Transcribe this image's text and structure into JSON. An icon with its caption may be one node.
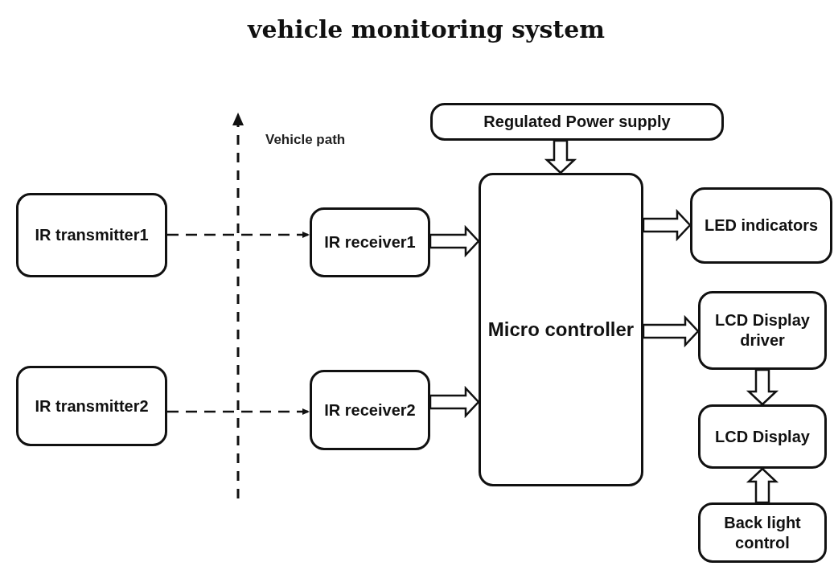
{
  "diagram": {
    "title": "vehicle monitoring system",
    "nodes": [
      {
        "text": [
          "IR transmitter1"
        ]
      },
      {
        "text": [
          "IR transmitter2"
        ]
      },
      {
        "text": [
          "IR receiver1"
        ]
      },
      {
        "text": [
          "IR receiver2"
        ]
      },
      {
        "text": [
          "Regulated Power supply"
        ]
      },
      {
        "text": [
          "Micro controller"
        ]
      },
      {
        "text": [
          "LED indicators"
        ]
      },
      {
        "text": [
          "LCD Display driver"
        ]
      },
      {
        "text": [
          "LCD Display"
        ]
      },
      {
        "text": [
          "Back light control"
        ]
      }
    ],
    "edges": [
      {
        "from": 0,
        "to": 2,
        "arrow": "to",
        "style": "dashed"
      },
      {
        "from": 1,
        "to": 3,
        "arrow": "to",
        "style": "dashed"
      },
      {
        "from": 2,
        "to": 5,
        "arrow": "to",
        "style": "thick"
      },
      {
        "from": 3,
        "to": 5,
        "arrow": "to",
        "style": "thick"
      },
      {
        "from": 4,
        "to": 5,
        "arrow": "to",
        "style": "thick"
      },
      {
        "from": 5,
        "to": 6,
        "arrow": "to",
        "style": "thick"
      },
      {
        "from": 5,
        "to": 7,
        "arrow": "to",
        "style": "thick"
      },
      {
        "from": 7,
        "to": 8,
        "arrow": "to",
        "style": "thick"
      },
      {
        "from": 9,
        "to": 8,
        "arrow": "to",
        "style": "thick"
      }
    ],
    "labels": [
      "Vehicle path"
    ]
  }
}
